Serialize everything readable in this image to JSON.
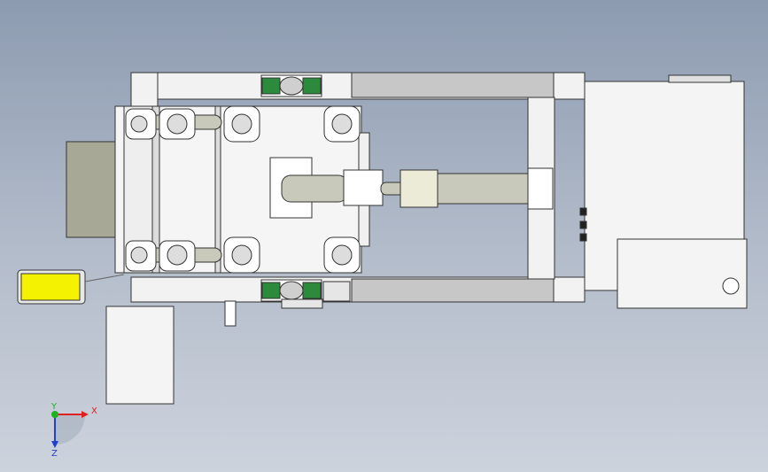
{
  "viewport": {
    "background_top": "#8d9bb1",
    "background_bottom": "#cdd3dd"
  },
  "triad": {
    "x_label": "X",
    "y_label": "Y",
    "z_label": "Z",
    "x_color": "#e02020",
    "y_color": "#20b020",
    "z_color": "#2040d0"
  },
  "colors": {
    "frame": "#f2f2f2",
    "frame_edge": "#333333",
    "rail": "#c7c7c7",
    "bearing_green": "#2c8a3c",
    "motor_body": "#a8a896",
    "control_box": "#f4f4f4",
    "yellow_panel": "#f5f200"
  }
}
